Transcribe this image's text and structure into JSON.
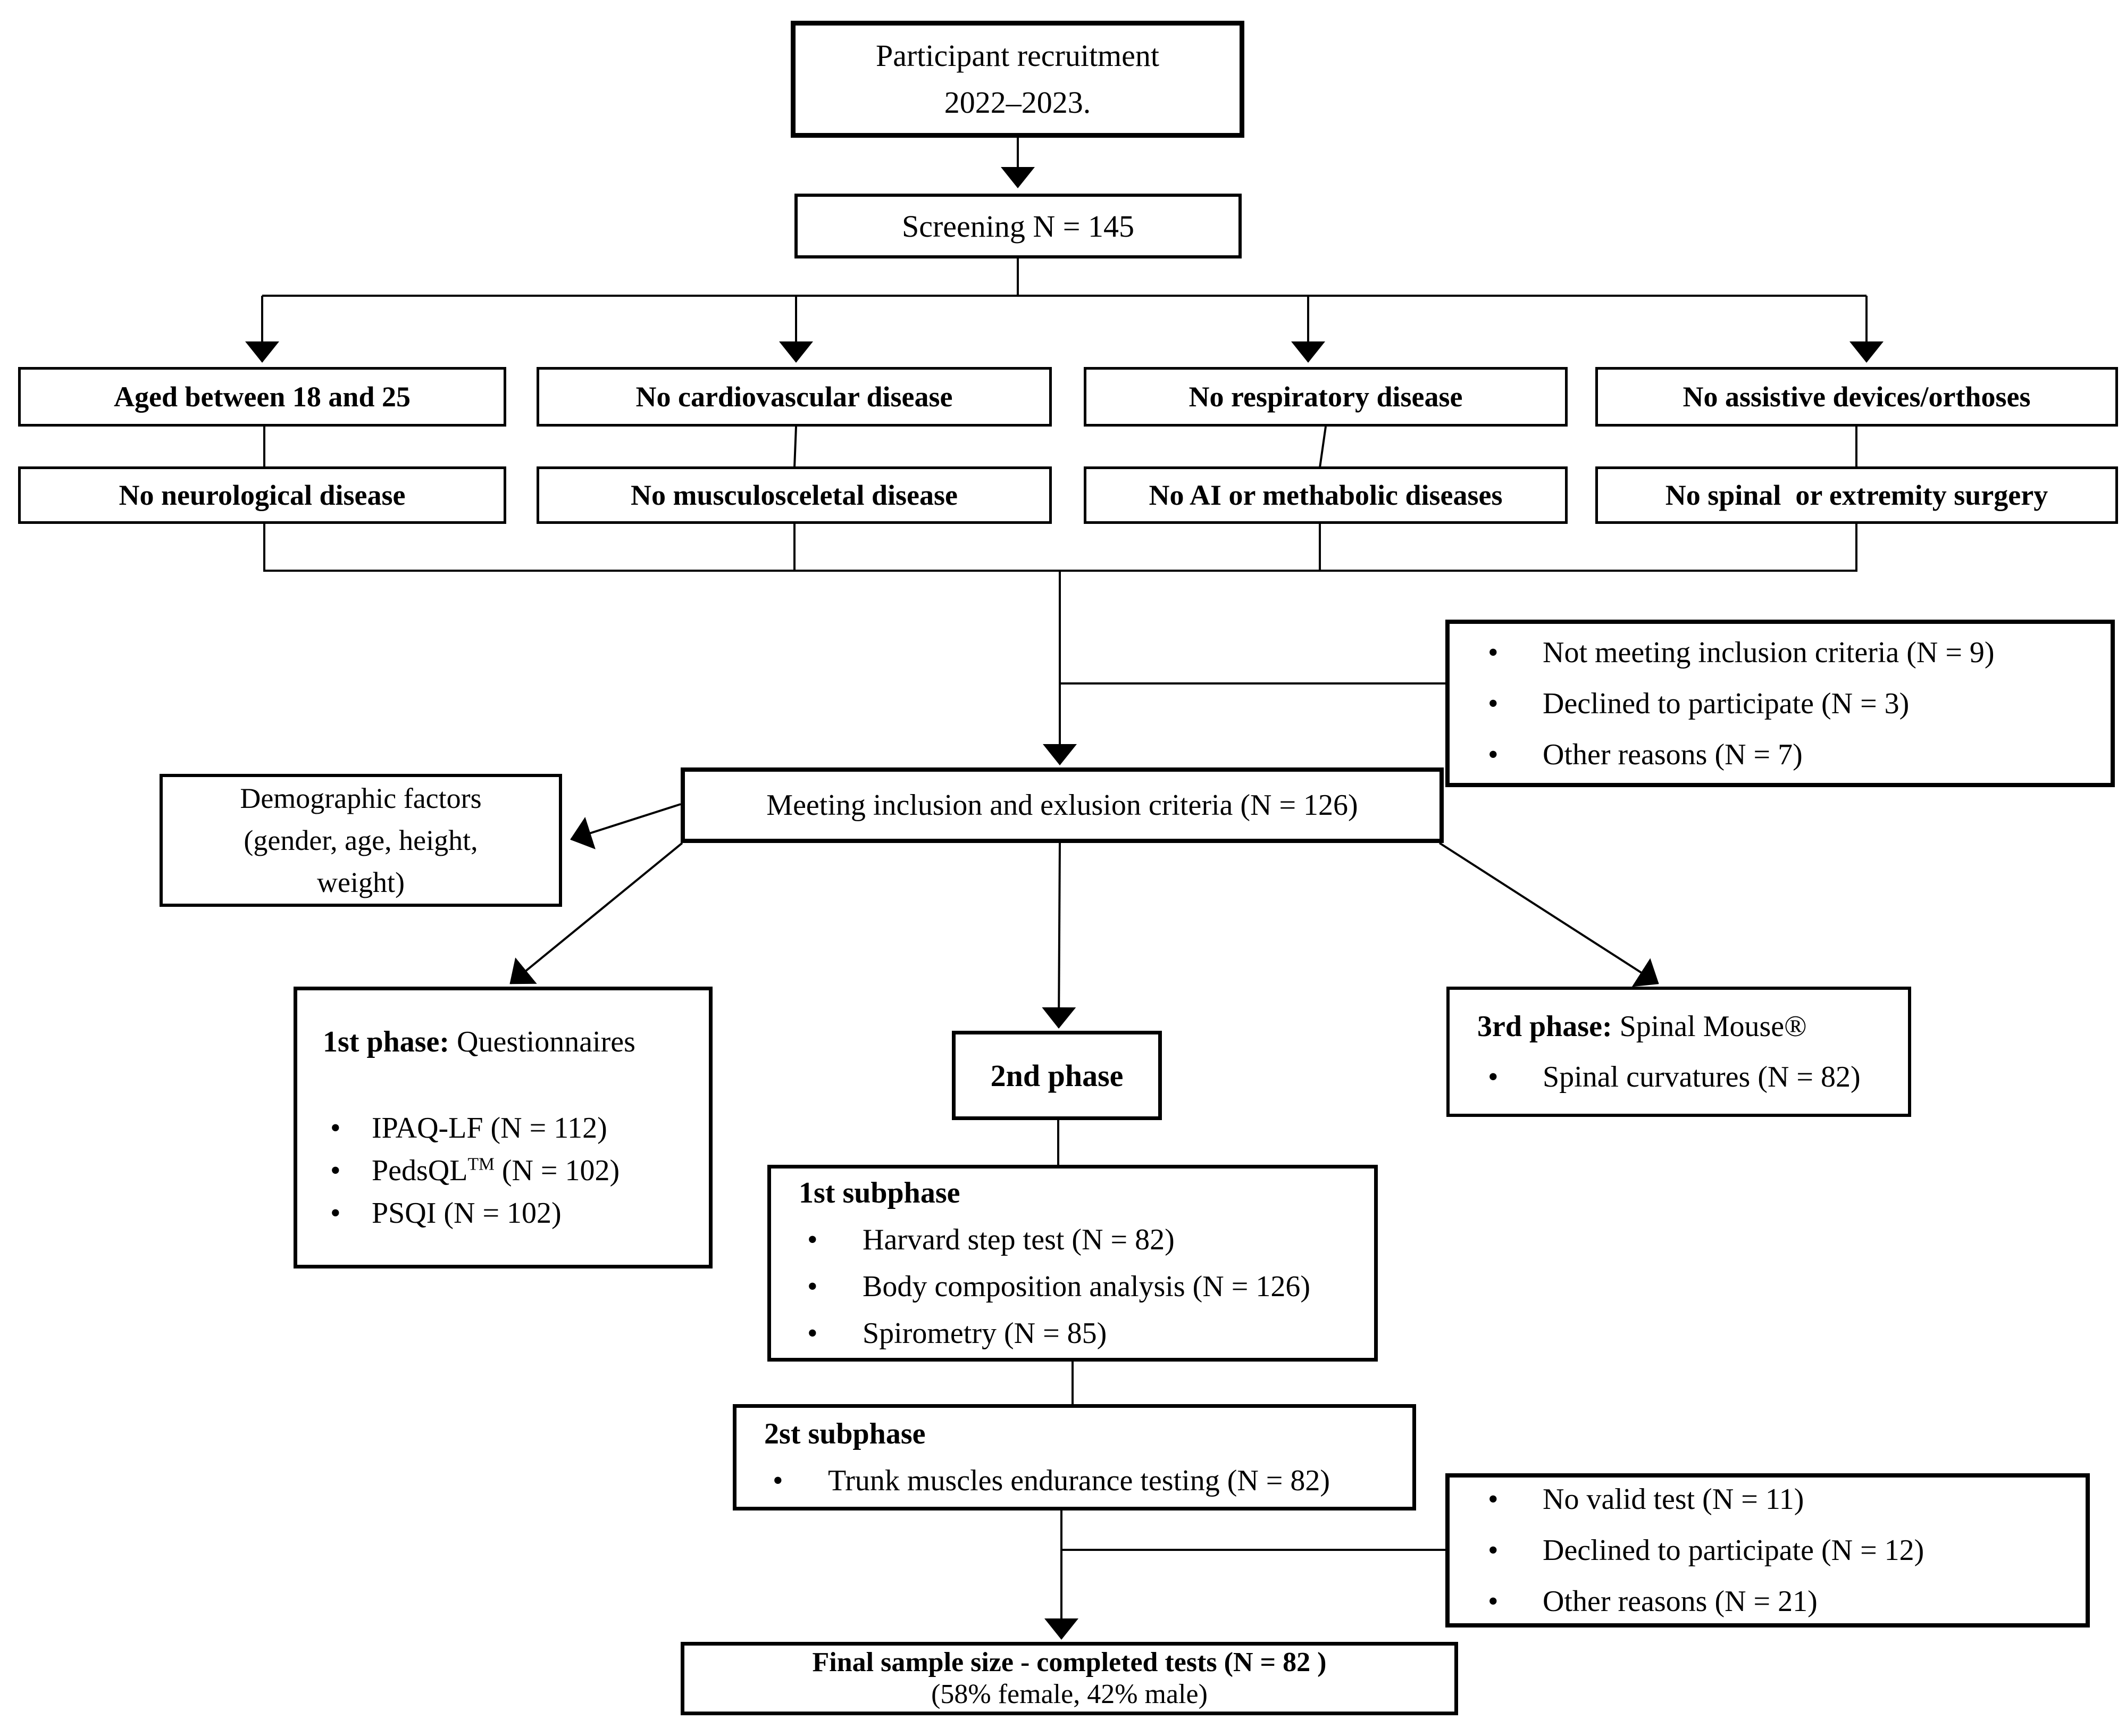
{
  "diagram": {
    "recruitment": {
      "line1": "Participant recruitment",
      "line2": "2022–2023."
    },
    "screening": {
      "label": "Screening N = 145"
    },
    "criteria_row1": [
      "Aged between 18 and 25",
      "No cardiovascular disease",
      "No respiratory disease",
      "No assistive devices/orthoses"
    ],
    "criteria_row2": [
      "No neurological disease",
      "No musculosceletal disease",
      "No AI or methabolic diseases",
      "No spinal  or extremity surgery"
    ],
    "exclusion1": {
      "items": [
        "Not meeting inclusion criteria (N = 9)",
        "Declined to participate (N = 3)",
        "Other reasons (N = 7)"
      ]
    },
    "meeting": {
      "label": "Meeting inclusion and exlusion criteria (N = 126)"
    },
    "demographic": {
      "line1": "Demographic factors",
      "line2": "(gender, age, height,",
      "line3": "weight)"
    },
    "phase1": {
      "title_bold": "1st phase:",
      "title_rest": " Questionnaires",
      "item1": "IPAQ-LF (N = 112)",
      "item2_pre": "PedsQL",
      "item2_sup": "TM",
      "item2_post": " (N = 102)",
      "item3": "PSQI (N = 102)"
    },
    "phase2": {
      "label": "2nd phase"
    },
    "phase3": {
      "title_bold": "3rd phase:",
      "title_rest": " Spinal Mouse®",
      "item1": "Spinal curvatures (N = 82)"
    },
    "subphase1": {
      "title": "1st subphase",
      "items": [
        "Harvard step test (N = 82)",
        "Body composition analysis (N = 126)",
        "Spirometry (N = 85)"
      ]
    },
    "subphase2": {
      "title": "2st subphase",
      "items": [
        "Trunk muscles endurance testing (N = 82)"
      ]
    },
    "exclusion2": {
      "items": [
        "No valid test (N = 11)",
        "Declined to participate (N = 12)",
        "Other reasons (N = 21)"
      ]
    },
    "final": {
      "line1": "Final sample size - completed tests (N = 82 )",
      "line2": "(58% female, 42% male)"
    }
  },
  "colors": {
    "line": "#000000",
    "background": "#ffffff"
  }
}
